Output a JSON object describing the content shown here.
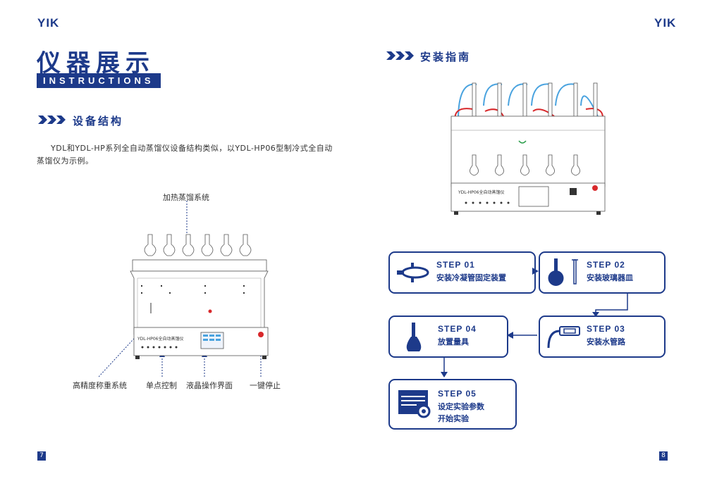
{
  "brand": "YIK",
  "left": {
    "title_cn": "仪器展示",
    "title_en": "INSTRUCTIONS",
    "section_title": "设备结构",
    "paragraph_line1": "YDL和YDL-HP系列全自动蒸馏仪设备结构类似，以YDL-HP06型制冷式全自动",
    "paragraph_line2": "蒸馏仪为示例。",
    "callouts": {
      "top": "加热蒸馏系统",
      "weigh": "高精度称重系统",
      "single": "单点控制",
      "lcd": "液晶操作界面",
      "stop": "一键停止"
    },
    "device_label": "YDL-HP06全自动蒸馏仪",
    "page_number": "7"
  },
  "right": {
    "section_title": "安装指南",
    "device_label": "YDL-HP06全自动蒸馏仪",
    "steps": [
      {
        "no": "STEP 01",
        "line1": "安装冷凝管固定装置",
        "line2": ""
      },
      {
        "no": "STEP 02",
        "line1": "安装玻璃器皿",
        "line2": ""
      },
      {
        "no": "STEP 03",
        "line1": "安装水管路",
        "line2": ""
      },
      {
        "no": "STEP 04",
        "line1": "放置量具",
        "line2": ""
      },
      {
        "no": "STEP 05",
        "line1": "设定实验参数",
        "line2": "开始实验"
      }
    ],
    "page_number": "8"
  },
  "colors": {
    "brand_blue": "#1d3a8a",
    "red": "#d8282b",
    "light_blue": "#4aa3df"
  },
  "icons": [
    "double-chevron-icon",
    "condenser-clamp-icon",
    "glassware-icon",
    "water-pipe-icon",
    "flask-icon",
    "settings-screen-icon"
  ]
}
